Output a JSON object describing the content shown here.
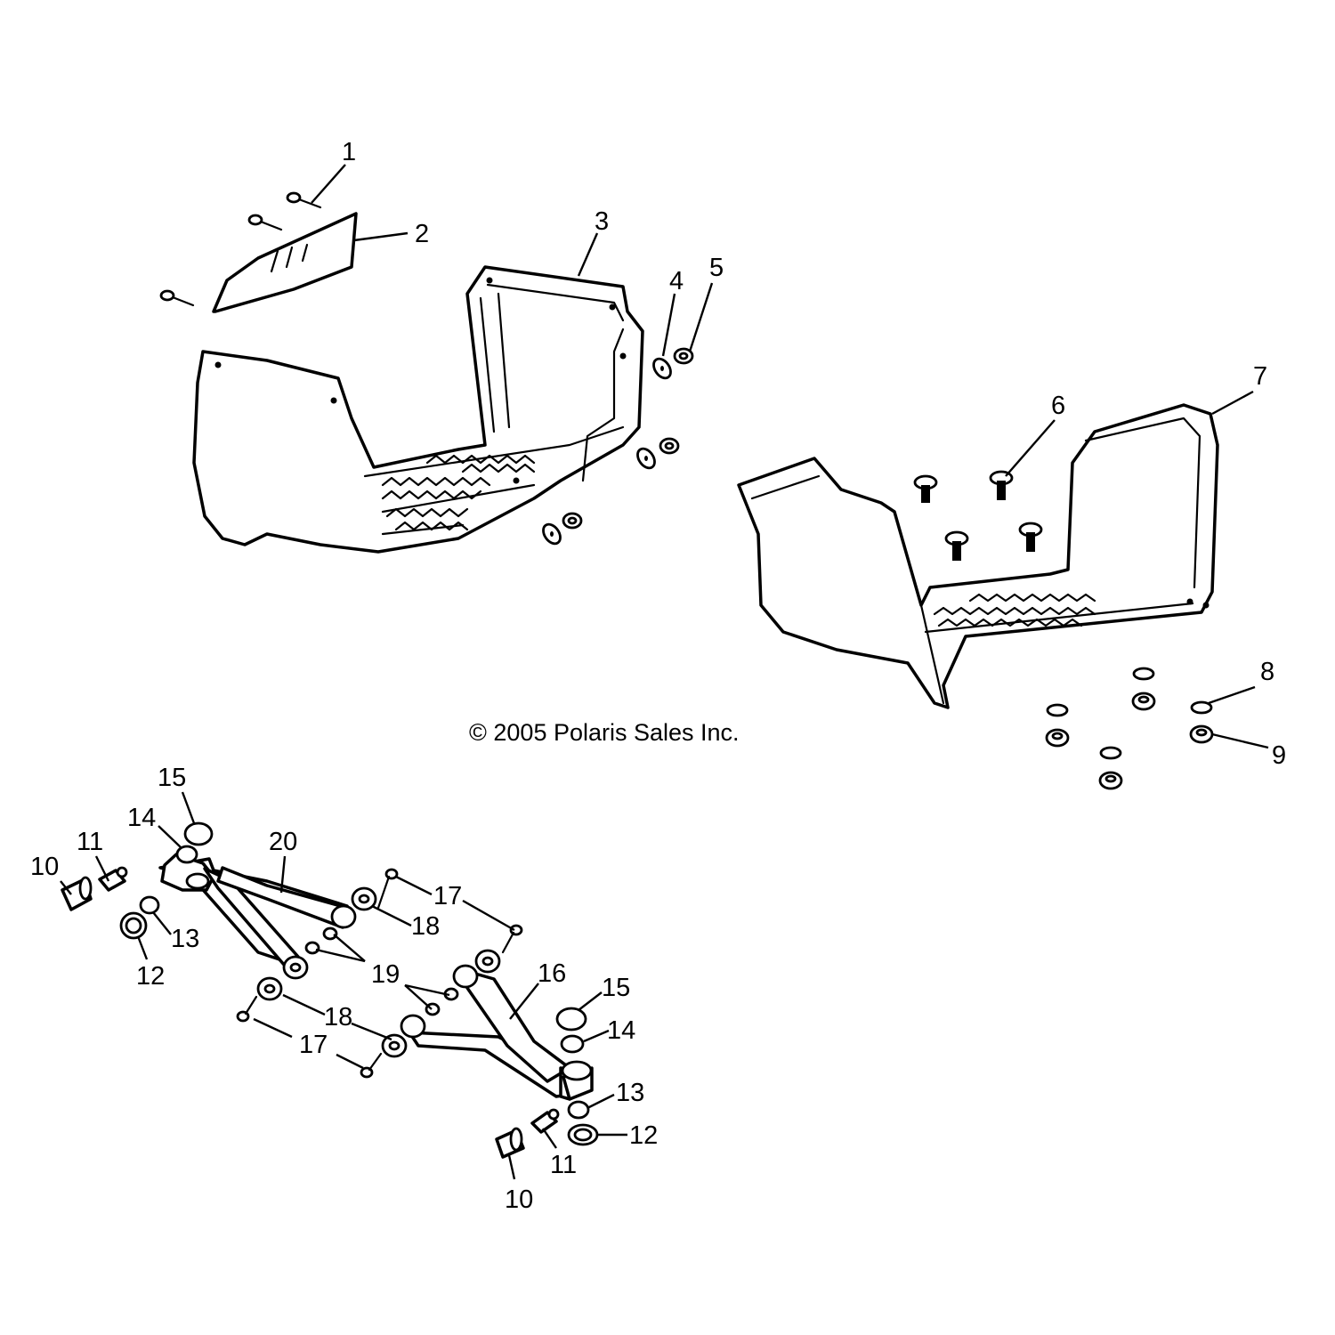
{
  "copyright": "© 2005 Polaris Sales Inc.",
  "callouts": {
    "c1": "1",
    "c2": "2",
    "c3": "3",
    "c4": "4",
    "c5": "5",
    "c6": "6",
    "c7": "7",
    "c8": "8",
    "c9": "9",
    "c10a": "10",
    "c11a": "11",
    "c12a": "12",
    "c13a": "13",
    "c14a": "14",
    "c15a": "15",
    "c20": "20",
    "c17a": "17",
    "c18a": "18",
    "c19": "19",
    "c16": "16",
    "c15b": "15",
    "c14b": "14",
    "c18b": "18",
    "c17b": "17",
    "c13b": "13",
    "c12b": "12",
    "c11b": "11",
    "c10b": "10"
  }
}
